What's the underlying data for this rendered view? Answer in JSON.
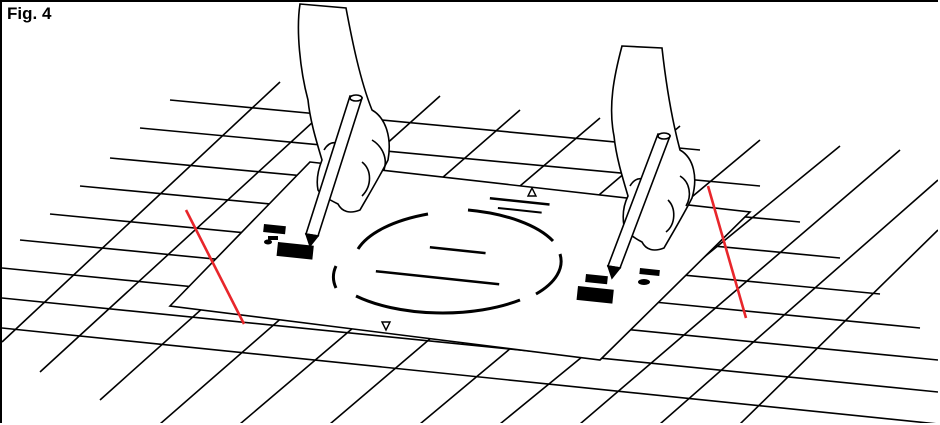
{
  "figure": {
    "label": "Fig. 4"
  },
  "colors": {
    "line": "#000000",
    "marker": "#e8262b",
    "background": "#ffffff"
  },
  "elements": {
    "template_sheet": "template-sheet",
    "left_hand": "left-hand-with-pen",
    "right_hand": "right-hand-with-pen",
    "left_marker": "red-reference-line-left",
    "right_marker": "red-reference-line-right"
  }
}
